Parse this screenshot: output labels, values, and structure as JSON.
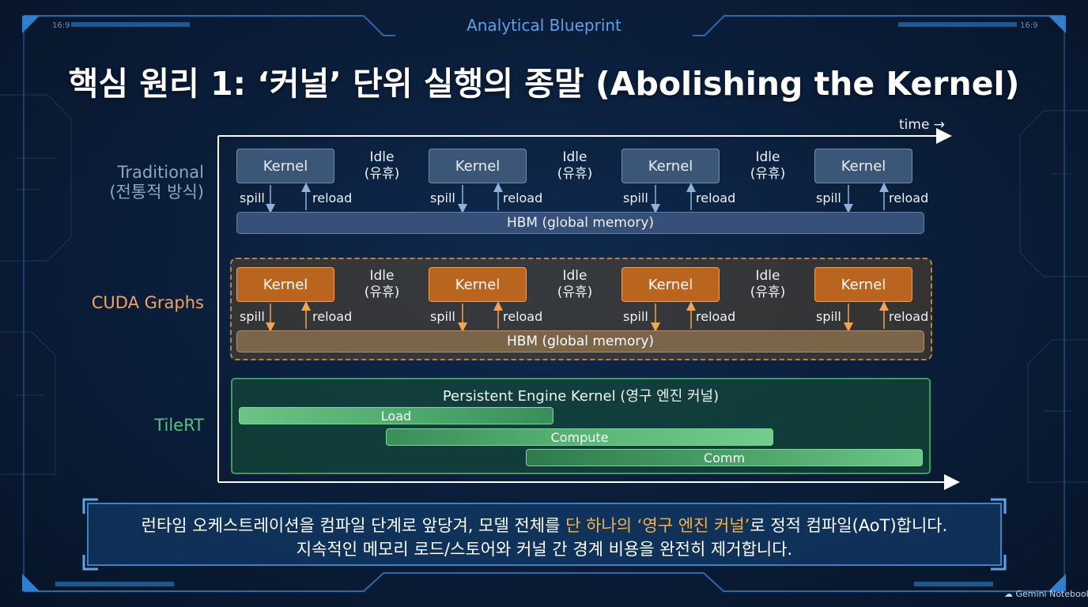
{
  "header": {
    "title": "Analytical Blueprint",
    "left_tag": "16:9",
    "right_tag": "16:9"
  },
  "main_title": "핵심 원리 1: ‘커널’ 단위 실행의 종말 (Abolishing the Kernel)",
  "diagram": {
    "time_label": "time →",
    "rows": {
      "traditional": {
        "label_line1": "Traditional",
        "label_line2": "(전통적 방식)"
      },
      "cuda": {
        "label": "CUDA Graphs"
      },
      "tilert": {
        "label": "TileRT"
      }
    },
    "kernel_label": "Kernel",
    "idle_line1": "Idle",
    "idle_line2": "(유휴)",
    "spill_label": "spill",
    "reload_label": "reload",
    "hbm_label": "HBM (global memory)",
    "tilert": {
      "engine_title": "Persistent Engine Kernel (영구 엔진 커널)",
      "bars": {
        "load": "Load",
        "compute": "Compute",
        "comm": "Comm"
      }
    }
  },
  "caption": {
    "line1_pre": "런타임 오케스트레이션을 컴파일 단계로 앞당겨, 모델 전체를 ",
    "line1_highlight": "단 하나의 ‘영구 엔진 커널’",
    "line1_post": "로 정적 컴파일(AoT)합니다.",
    "line2": "지속적인 메모리 로드/스토어와 커널 간 경계 비용을 완전히 제거합니다."
  },
  "watermark": "Gemini Notebook",
  "colors": {
    "traditional": "#3c5677",
    "cuda": "#b96520",
    "tilert": "#4aa86a",
    "accent": "#5fa0e2",
    "highlight": "#f2b04a"
  }
}
